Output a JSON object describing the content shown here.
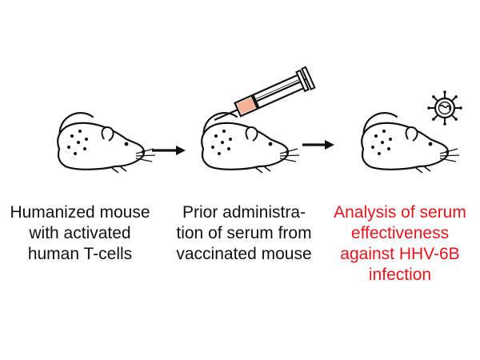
{
  "steps": [
    {
      "caption_lines": [
        "Humanized mouse",
        "with activated",
        "human T-cells"
      ],
      "caption_color": "#111111"
    },
    {
      "caption_lines": [
        "Prior administra-",
        "tion of serum from",
        "vaccinated mouse"
      ],
      "caption_color": "#111111"
    },
    {
      "caption_lines": [
        "Analysis of serum",
        "effectiveness",
        "against HHV-6B",
        "infection"
      ],
      "caption_color": "#e8141b"
    }
  ],
  "colors": {
    "outline": "#111111",
    "serum": "#f4b196",
    "accent_text": "#e8141b"
  },
  "icons": [
    "mouse-icon",
    "syringe-icon",
    "virus-icon",
    "arrow-right-icon"
  ]
}
